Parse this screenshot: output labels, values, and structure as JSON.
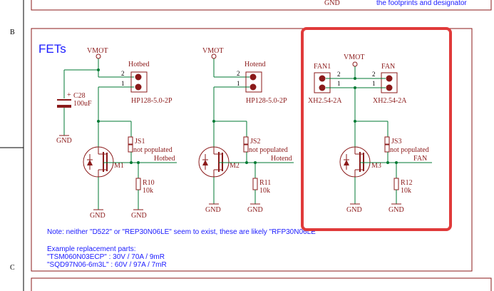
{
  "border": {
    "row_b": "B",
    "row_c": "C"
  },
  "top_fragment": {
    "gnd": "GND",
    "note": "the footprints and designator"
  },
  "section": {
    "title": "FETs"
  },
  "hotbed": {
    "vmot": "VMOT",
    "conn_name": "Hotbed",
    "conn_footprint": "HP128-5.0-2P",
    "pin2": "2",
    "pin1": "1",
    "cap_ref": "C28",
    "cap_value": "100uF",
    "cap_plus": "+",
    "gnd_cap": "GND",
    "jumper_ref": "JS1",
    "jumper_note": "not populated",
    "net_label": "Hotbed",
    "fet_ref": "M1",
    "res_ref": "R10",
    "res_value": "10k",
    "gnd_fet": "GND",
    "gnd_res": "GND"
  },
  "hotend": {
    "vmot": "VMOT",
    "conn_name": "Hotend",
    "conn_footprint": "HP128-5.0-2P",
    "pin2": "2",
    "pin1": "1",
    "jumper_ref": "JS2",
    "jumper_note": "not populated",
    "net_label": "Hotend",
    "fet_ref": "M2",
    "res_ref": "R11",
    "res_value": "10k",
    "gnd_fet": "GND",
    "gnd_res": "GND"
  },
  "fan": {
    "vmot": "VMOT",
    "conn1_name": "FAN1",
    "conn1_footprint": "XH2.54-2A",
    "conn2_name": "FAN",
    "conn2_footprint": "XH2.54-2A",
    "pin2a": "2",
    "pin1a": "1",
    "pin2b": "2",
    "pin1b": "1",
    "jumper_ref": "JS3",
    "jumper_note": "not populated",
    "net_label": "FAN",
    "fet_ref": "M3",
    "res_ref": "R12",
    "res_value": "10k",
    "gnd_fet": "GND",
    "gnd_res": "GND"
  },
  "notes": {
    "line1": "Note: neither \"D522\" or \"REP30N06LE\" seem to exist, these are likely \"RFP30N06LE\"",
    "line2": "Example replacement parts:",
    "line3": "\"TSM060N03ECP\" : 30V / 70A / 9mR",
    "line4": "\"SQD97N06-6m3L\" : 60V / 97A / 7mR"
  },
  "colors": {
    "frame": "#8b1a1a",
    "wire": "#007a33",
    "part": "#8b1a1a",
    "note": "#1a1aff",
    "highlight": "#e03a3a",
    "connector_fill": "#8b1a1a"
  }
}
